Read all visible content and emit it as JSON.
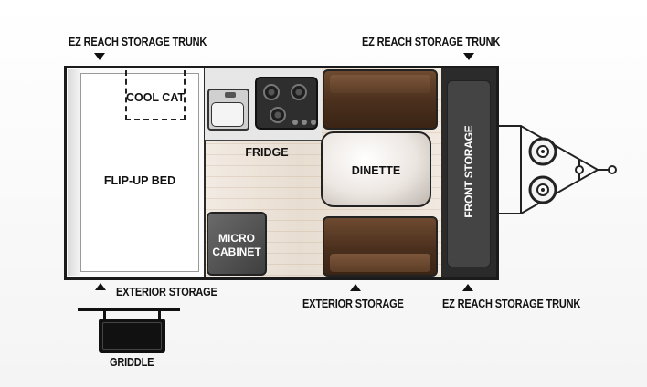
{
  "labels": {
    "ez_reach_left": "EZ REACH STORAGE TRUNK",
    "ez_reach_right": "EZ REACH STORAGE TRUNK",
    "ez_reach_bottom": "EZ REACH STORAGE TRUNK",
    "exterior_storage_left": "EXTERIOR STORAGE",
    "exterior_storage_center": "EXTERIOR STORAGE",
    "griddle": "GRIDDLE"
  },
  "rooms": {
    "cool_cat": "COOL CAT",
    "flip_up_bed": "FLIP-UP BED",
    "fridge": "FRIDGE",
    "dinette": "DINETTE",
    "micro_cabinet_line1": "MICRO",
    "micro_cabinet_line2": "CABINET",
    "front_storage": "FRONT STORAGE"
  },
  "colors": {
    "outline": "#1b1b1b",
    "seat_brown": "#4a2f1d",
    "front_storage": "#2b2b2b",
    "floor": "#e8ddd1"
  }
}
